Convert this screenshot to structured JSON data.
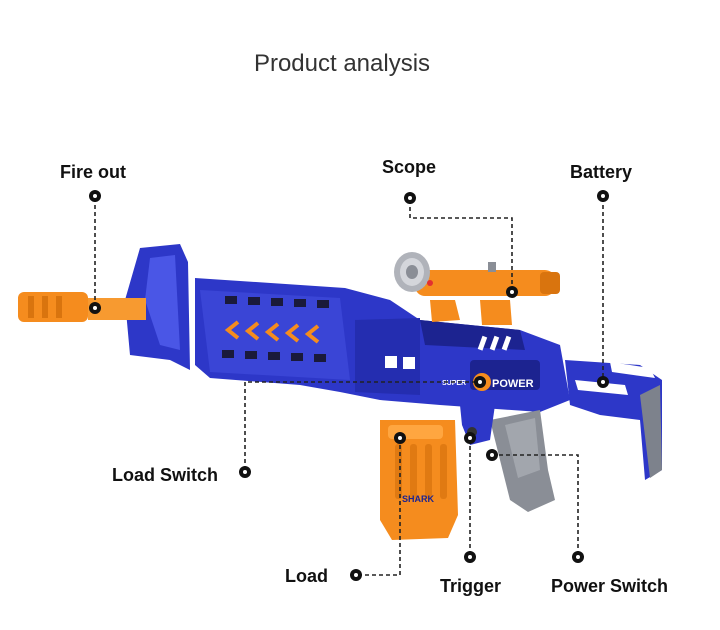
{
  "title": "Product analysis",
  "brand": {
    "power_text": "POWER",
    "body_logo": "SUPER",
    "mag_logo": "SHARK"
  },
  "colors": {
    "body_blue": "#2d37c8",
    "dark_blue": "#1c2390",
    "orange": "#f58c1e",
    "grey": "#8a8e96"
  },
  "callouts": {
    "fire_out": "Fire out",
    "scope": "Scope",
    "battery": "Battery",
    "load_switch": "Load Switch",
    "load": "Load",
    "trigger": "Trigger",
    "power_switch": "Power Switch"
  }
}
